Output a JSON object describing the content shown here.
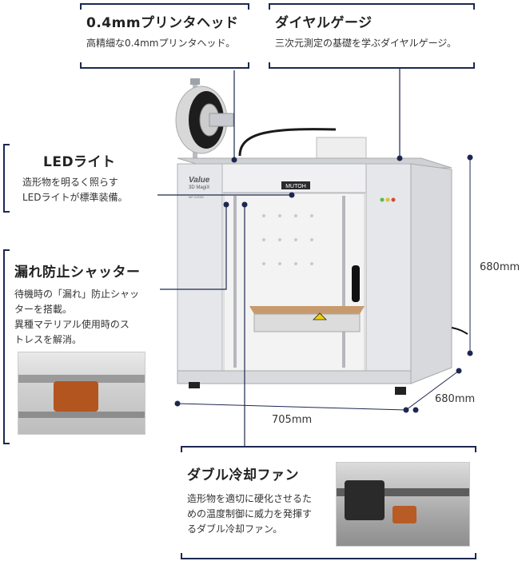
{
  "callouts": {
    "head": {
      "title": "0.4mmプリンタヘッド",
      "desc": "高精細な0.4mmプリンタヘッド。"
    },
    "gauge": {
      "title": "ダイヤルゲージ",
      "desc": "三次元測定の基礎を学ぶダイヤルゲージ。"
    },
    "led": {
      "title": "LEDライト",
      "desc_line1": "造形物を明るく照らす",
      "desc_line2": "LEDライトが標準装備。"
    },
    "shutter": {
      "title": "漏れ防止シャッター",
      "desc_line1": "待機時の「漏れ」防止シャッ",
      "desc_line2": "ターを搭載。",
      "desc_line3": "異種マテリアル使用時のス",
      "desc_line4": "トレスを解消。"
    },
    "fan": {
      "title": "ダブル冷却ファン",
      "desc_line1": "造形物を適切に硬化させるた",
      "desc_line2": "めの温度制御に威力を発揮す",
      "desc_line3": "るダブル冷却ファン。"
    }
  },
  "dimensions": {
    "height": "680mm",
    "depth": "680mm",
    "width": "705mm"
  },
  "printer": {
    "brand": "MUTOH",
    "logo_line1": "Value",
    "logo_line2": "3D MagiX",
    "model": "MF-2200D"
  },
  "colors": {
    "accent": "#1d2851",
    "body": "#e4e5e8",
    "frame": "#d2d4d8"
  }
}
